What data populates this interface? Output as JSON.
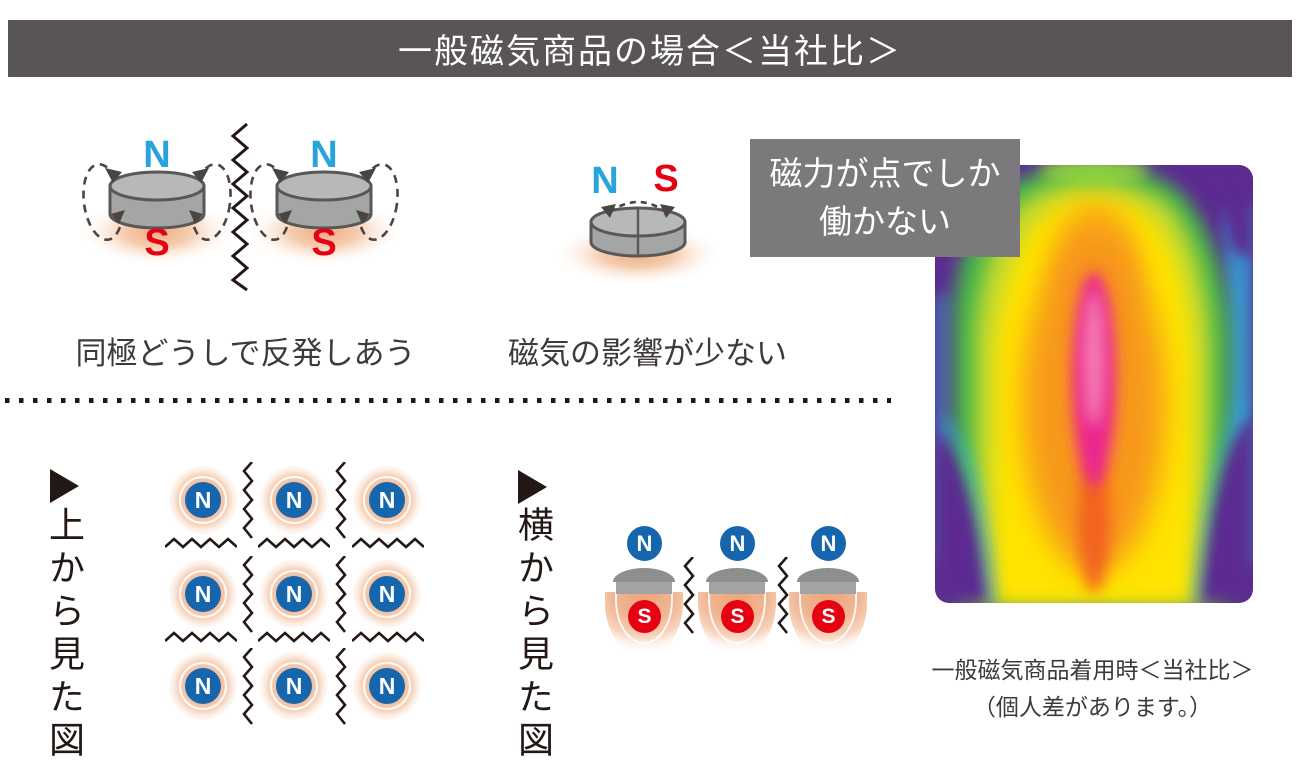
{
  "header": {
    "title": "一般磁気商品の場合＜当社比＞"
  },
  "poles": {
    "n": "N",
    "s": "S"
  },
  "repel_section": {
    "caption": "同極どうしで反発しあう"
  },
  "single_section": {
    "caption": "磁気の影響が少ない"
  },
  "callout": {
    "line1": "磁力が点でしか",
    "line2": "働かない"
  },
  "top_view_section": {
    "label": "上から見た図"
  },
  "side_view_section": {
    "label": "横から見た図"
  },
  "thermal": {
    "caption_line1": "一般磁気商品着用時＜当社比＞",
    "caption_line2": "（個人差があります。）"
  },
  "colors": {
    "header_bg": "#595457",
    "callout_bg": "#7b797c",
    "pole_n_badge_blue": "#1566ad",
    "pole_n_text_blue": "#29a3dc",
    "pole_s_red": "#e60012",
    "glow_peach": "#f0b08a",
    "line_dark": "#231815",
    "thermal_purple": "#5b2b90",
    "thermal_yellow": "#ffe400",
    "thermal_pink": "#ec268f"
  }
}
